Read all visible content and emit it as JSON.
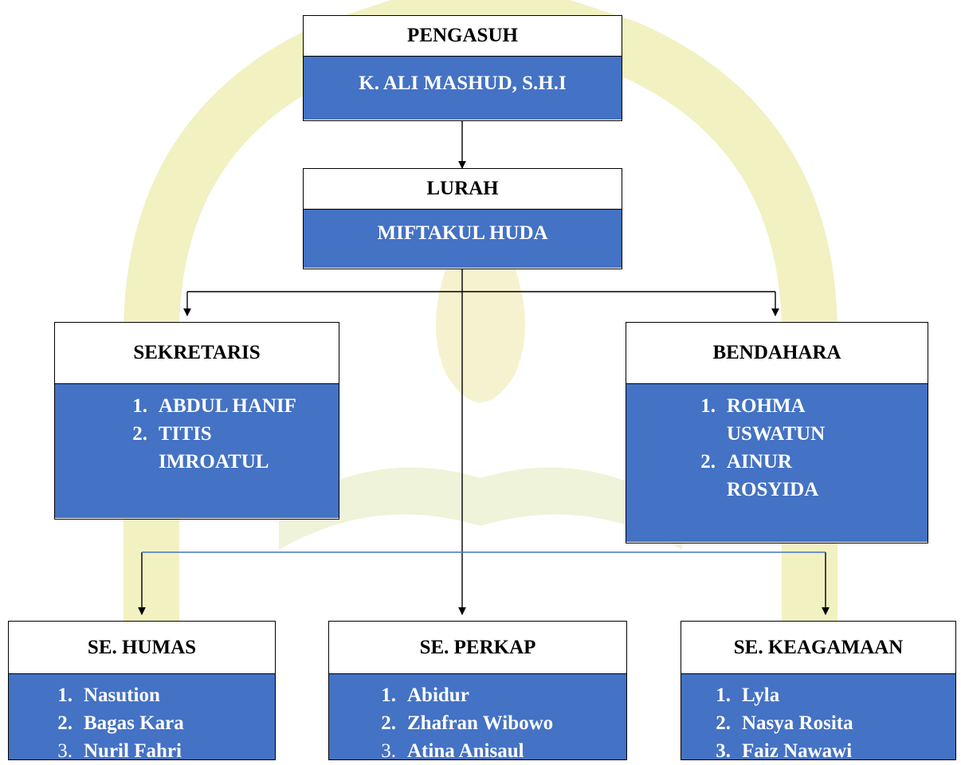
{
  "colors": {
    "box_fill": "#4472c4",
    "box_text": "#ffffff",
    "line": "#000000",
    "watermark": "#f1f1c2"
  },
  "pengasuh": {
    "title": "PENGASUH",
    "name": "K. ALI MASHUD, S.H.I"
  },
  "lurah": {
    "title": "LURAH",
    "name": "MIFTAKUL HUDA"
  },
  "sekretaris": {
    "title": "SEKRETARIS",
    "members": [
      {
        "num": "1.",
        "name": "ABDUL HANIF"
      },
      {
        "num": "2.",
        "name": "TITIS"
      },
      {
        "num": "",
        "name": "IMROATUL"
      }
    ]
  },
  "bendahara": {
    "title": "BENDAHARA",
    "members": [
      {
        "num": "1.",
        "name": "ROHMA"
      },
      {
        "num": "",
        "name": "USWATUN"
      },
      {
        "num": "2.",
        "name": "AINUR"
      },
      {
        "num": "",
        "name": "ROSYIDA"
      }
    ]
  },
  "humas": {
    "title": "SE. HUMAS",
    "members": [
      {
        "num": "1.",
        "name": "Nasution"
      },
      {
        "num": "2.",
        "name": "Bagas Kara"
      },
      {
        "num": "3.",
        "name": "Nuril Fahri"
      }
    ]
  },
  "perkap": {
    "title": "SE. PERKAP",
    "members": [
      {
        "num": "1.",
        "name": "Abidur"
      },
      {
        "num": "2.",
        "name": "Zhafran Wibowo"
      },
      {
        "num": "3.",
        "name": "Atina Anisaul"
      }
    ]
  },
  "keagamaan": {
    "title": "SE. KEAGAMAAN",
    "members": [
      {
        "num": "1.",
        "name": "Lyla"
      },
      {
        "num": "2.",
        "name": "Nasya Rosita"
      },
      {
        "num": "3.",
        "name": "Faiz Nawawi"
      }
    ]
  }
}
